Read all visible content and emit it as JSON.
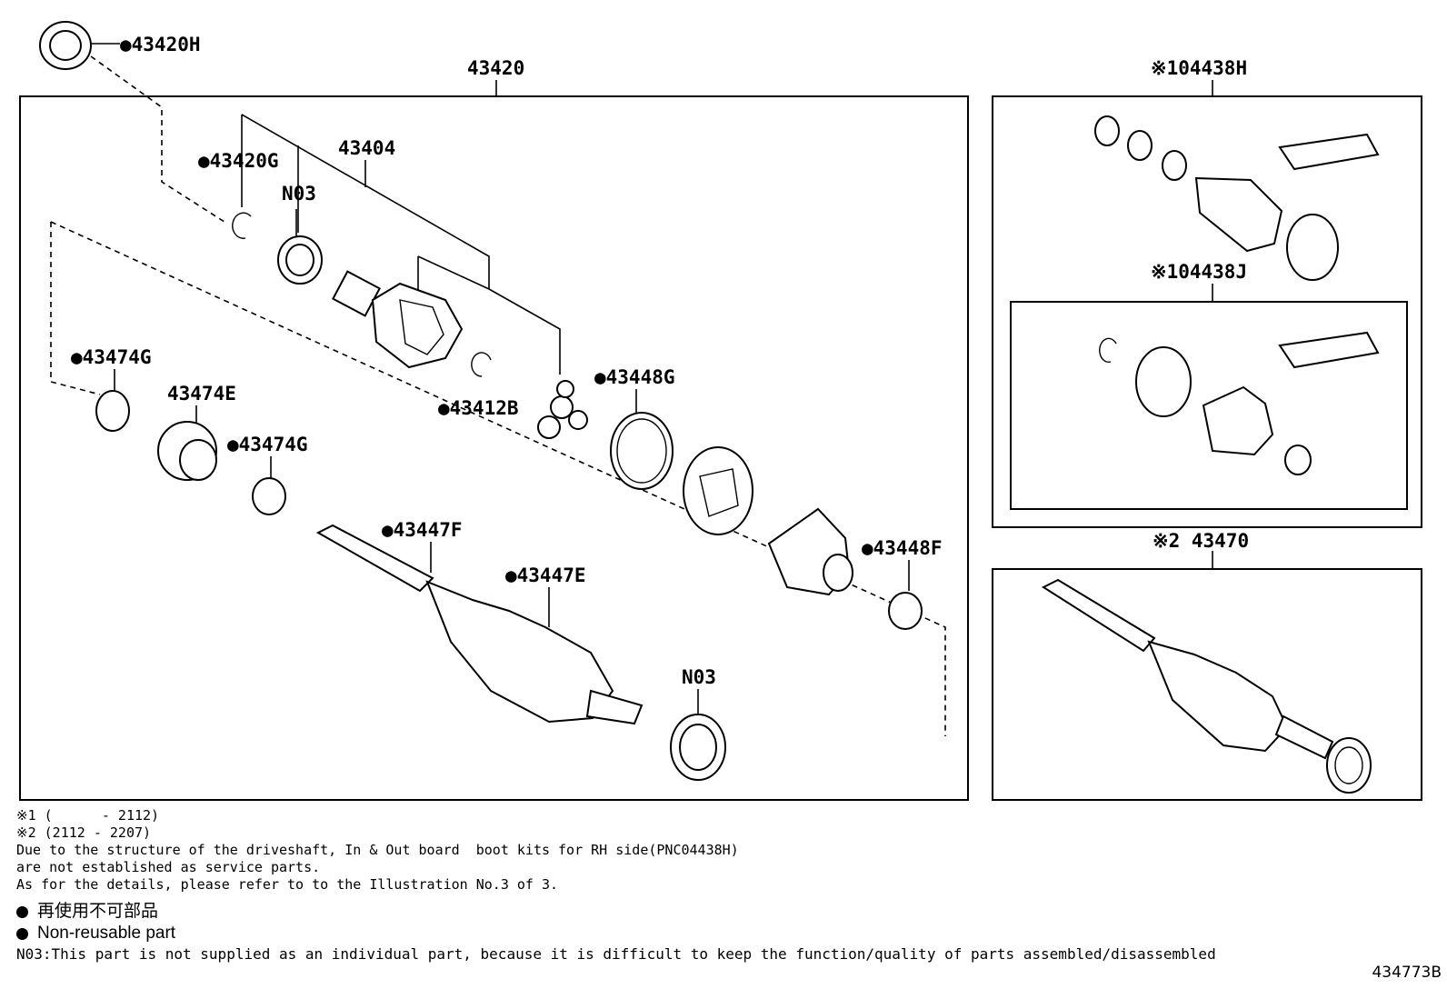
{
  "labels": {
    "l43420H": "●43420H",
    "l43420": "43420",
    "l43404": "43404",
    "l43420G": "●43420G",
    "lN03a": "N03",
    "l43474Ga": "●43474G",
    "l43474E": "43474E",
    "l43474Gb": "●43474G",
    "l43412B": "●43412B",
    "l43448G": "●43448G",
    "l43447F": "●43447F",
    "l43447E": "●43447E",
    "l43448F": "●43448F",
    "lN03b": "N03",
    "l04438H": "※104438H",
    "l04438J": "※104438J",
    "l43470": "※2 43470"
  },
  "notes": {
    "n1": "※1 (      - 2112)",
    "n2": "※2 (2112 - 2207)",
    "n3": "Due to the structure of the driveshaft, In & Out board  boot kits for RH side(PNC04438H)",
    "n4": "are not established as service parts.",
    "n5": "As for the details, please refer to to the Illustration No.3 of 3."
  },
  "legend": {
    "jp": "再使用不可部品",
    "en": "Non-reusable part"
  },
  "n03_note": "N03:This part is not supplied as an individual part, because it is difficult to keep the function/quality of parts assembled/disassembled",
  "illustration_id": "434773B"
}
